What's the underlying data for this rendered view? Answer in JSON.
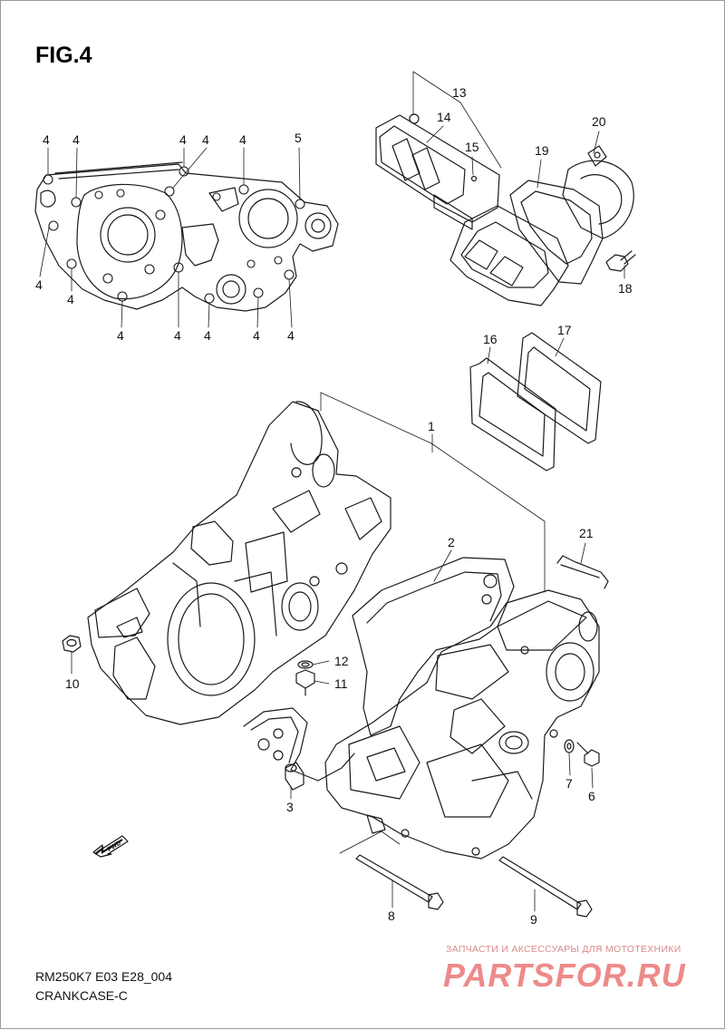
{
  "figure": {
    "title": "FIG.4"
  },
  "callouts": [
    {
      "id": "c-4a",
      "text": "4"
    },
    {
      "id": "c-4b",
      "text": "4"
    },
    {
      "id": "c-4c",
      "text": "4"
    },
    {
      "id": "c-4d",
      "text": "4"
    },
    {
      "id": "c-4e",
      "text": "4"
    },
    {
      "id": "c-5",
      "text": "5"
    },
    {
      "id": "c-4f",
      "text": "4"
    },
    {
      "id": "c-4g",
      "text": "4"
    },
    {
      "id": "c-4h",
      "text": "4"
    },
    {
      "id": "c-4i",
      "text": "4"
    },
    {
      "id": "c-4j",
      "text": "4"
    },
    {
      "id": "c-4k",
      "text": "4"
    },
    {
      "id": "c-4l",
      "text": "4"
    },
    {
      "id": "c-13",
      "text": "13"
    },
    {
      "id": "c-14",
      "text": "14"
    },
    {
      "id": "c-15",
      "text": "15"
    },
    {
      "id": "c-19",
      "text": "19"
    },
    {
      "id": "c-20",
      "text": "20"
    },
    {
      "id": "c-18",
      "text": "18"
    },
    {
      "id": "c-16",
      "text": "16"
    },
    {
      "id": "c-17",
      "text": "17"
    },
    {
      "id": "c-1",
      "text": "1"
    },
    {
      "id": "c-2",
      "text": "2"
    },
    {
      "id": "c-21",
      "text": "21"
    },
    {
      "id": "c-10",
      "text": "10"
    },
    {
      "id": "c-12",
      "text": "12"
    },
    {
      "id": "c-11",
      "text": "11"
    },
    {
      "id": "c-3",
      "text": "3"
    },
    {
      "id": "c-7",
      "text": "7"
    },
    {
      "id": "c-6",
      "text": "6"
    },
    {
      "id": "c-8",
      "text": "8"
    },
    {
      "id": "c-9",
      "text": "9"
    }
  ],
  "direction_arrow": {
    "label": "FWD"
  },
  "footer": {
    "model_code": "RM250K7 E03 E28_004",
    "section_name": "CRANKCASE-C"
  },
  "watermark": {
    "tagline": "ЗАПЧАСТИ И АКСЕССУАРЫ ДЛЯ МОТОТЕХНИКИ",
    "brand": "PARTSFOR.RU",
    "color": "#ee8a8a"
  }
}
